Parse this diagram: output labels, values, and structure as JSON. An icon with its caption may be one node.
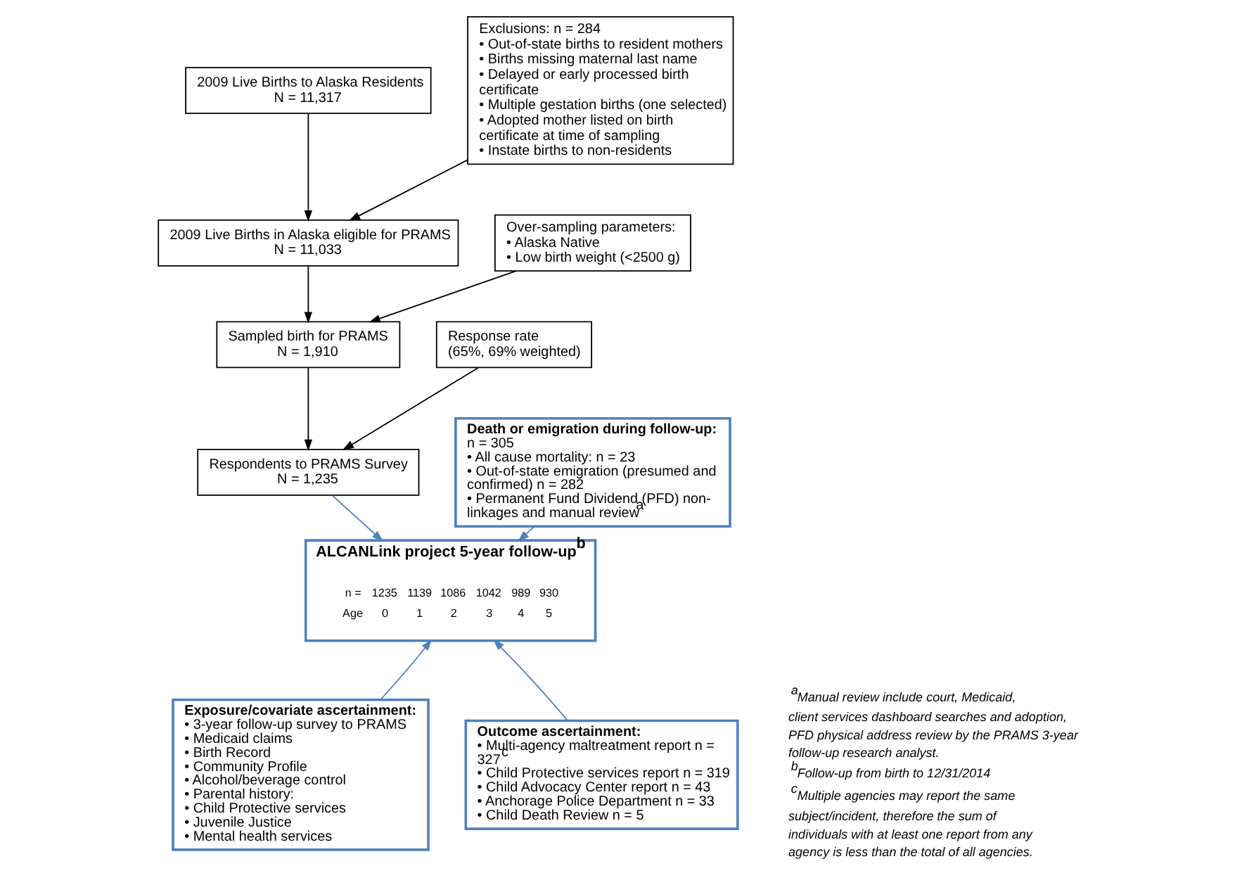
{
  "diagram": {
    "nodes": [
      {
        "text": [
          "2009 Live Births to Alaska Residents",
          "N = 11,317"
        ]
      },
      {
        "text": [
          "Exclusions: n = 284",
          "• Out-of-state births to resident mothers",
          "• Births missing maternal last name",
          "• Delayed or early processed birth certificate",
          "• Multiple gestation births (one selected)",
          "• Adopted mother listed on birth certificate at time of sampling",
          "• Instate births to non-residents"
        ]
      },
      {
        "text": [
          "2009 Live Births in Alaska eligible for PRAMS",
          "N = 11,033"
        ]
      },
      {
        "text": [
          "Over-sampling parameters:",
          "• Alaska Native",
          "• Low birth weight (<2500 g)"
        ]
      },
      {
        "text": [
          "Sampled birth for PRAMS",
          "N = 1,910"
        ]
      },
      {
        "text": [
          "Response rate",
          "(65%, 69% weighted)"
        ]
      },
      {
        "text": [
          "Respondents to PRAMS Survey",
          "N = 1,235"
        ]
      },
      {
        "text": [
          "Death or emigration during follow-up:",
          "n = 305",
          "• All cause mortality: n = 23",
          "• Out-of-state emigration (presumed and confirmed) n = 282",
          "• Permanent Fund Dividend (PFD) non-linkages and manual review$^{a}$"
        ]
      },
      {
        "text": [
          "ALCANLink project 5-year follow-up$^{b}$"
        ]
      },
      {
        "text": [
          "Exposure/covariate ascertainment:",
          "• 3-year follow-up survey to PRAMS",
          "• Medicaid claims",
          "• Birth Record",
          "• Community Profile",
          "• Alcohol/beverage control",
          "• Parental history:",
          "• Child Protective services",
          "• Juvenile Justice",
          "• Mental health services"
        ]
      },
      {
        "text": [
          "Outcome ascertainment:",
          "• Multi-agency maltreatment report n = 327$^{c}$",
          "• Child Protective services report n = 319",
          "• Child Advocacy Center report n = 43",
          "• Anchorage Police Department n = 33",
          "• Child Death Review n = 5"
        ]
      }
    ],
    "edges": [
      {
        "from": 0,
        "to": 2,
        "arrow": "to"
      },
      {
        "from": 1,
        "to": 2,
        "arrow": "to"
      },
      {
        "from": 2,
        "to": 4,
        "arrow": "to"
      },
      {
        "from": 3,
        "to": 4,
        "arrow": "to"
      },
      {
        "from": 4,
        "to": 6,
        "arrow": "to"
      },
      {
        "from": 5,
        "to": 6,
        "arrow": "to"
      },
      {
        "from": 6,
        "to": 8,
        "arrow": "to",
        "color": "#4f81bd"
      },
      {
        "from": 7,
        "to": 8,
        "arrow": "to",
        "color": "#4f81bd"
      },
      {
        "from": 9,
        "to": 8,
        "arrow": "to",
        "color": "#4f81bd"
      },
      {
        "from": 10,
        "to": 8,
        "arrow": "to",
        "color": "#4f81bd"
      }
    ],
    "labels": [
      "n =",
      "1235",
      "1139",
      "1086",
      "1042",
      "989",
      "930",
      "Age",
      "0",
      "1",
      "2",
      "3",
      "4",
      "5",
      "$^{a}$Manual review include court, Medicaid, client services dashboard searches and adoption, PFD physical address review by the PRAMS 3-year follow-up research analyst.",
      "$^{b}$Follow-up from birth to 12/31/2014",
      "$^{c}$Multiple agencies may report the same subject/incident, therefore the sum of individuals with at least one report from any agency is less than the total of all agencies."
    ]
  }
}
